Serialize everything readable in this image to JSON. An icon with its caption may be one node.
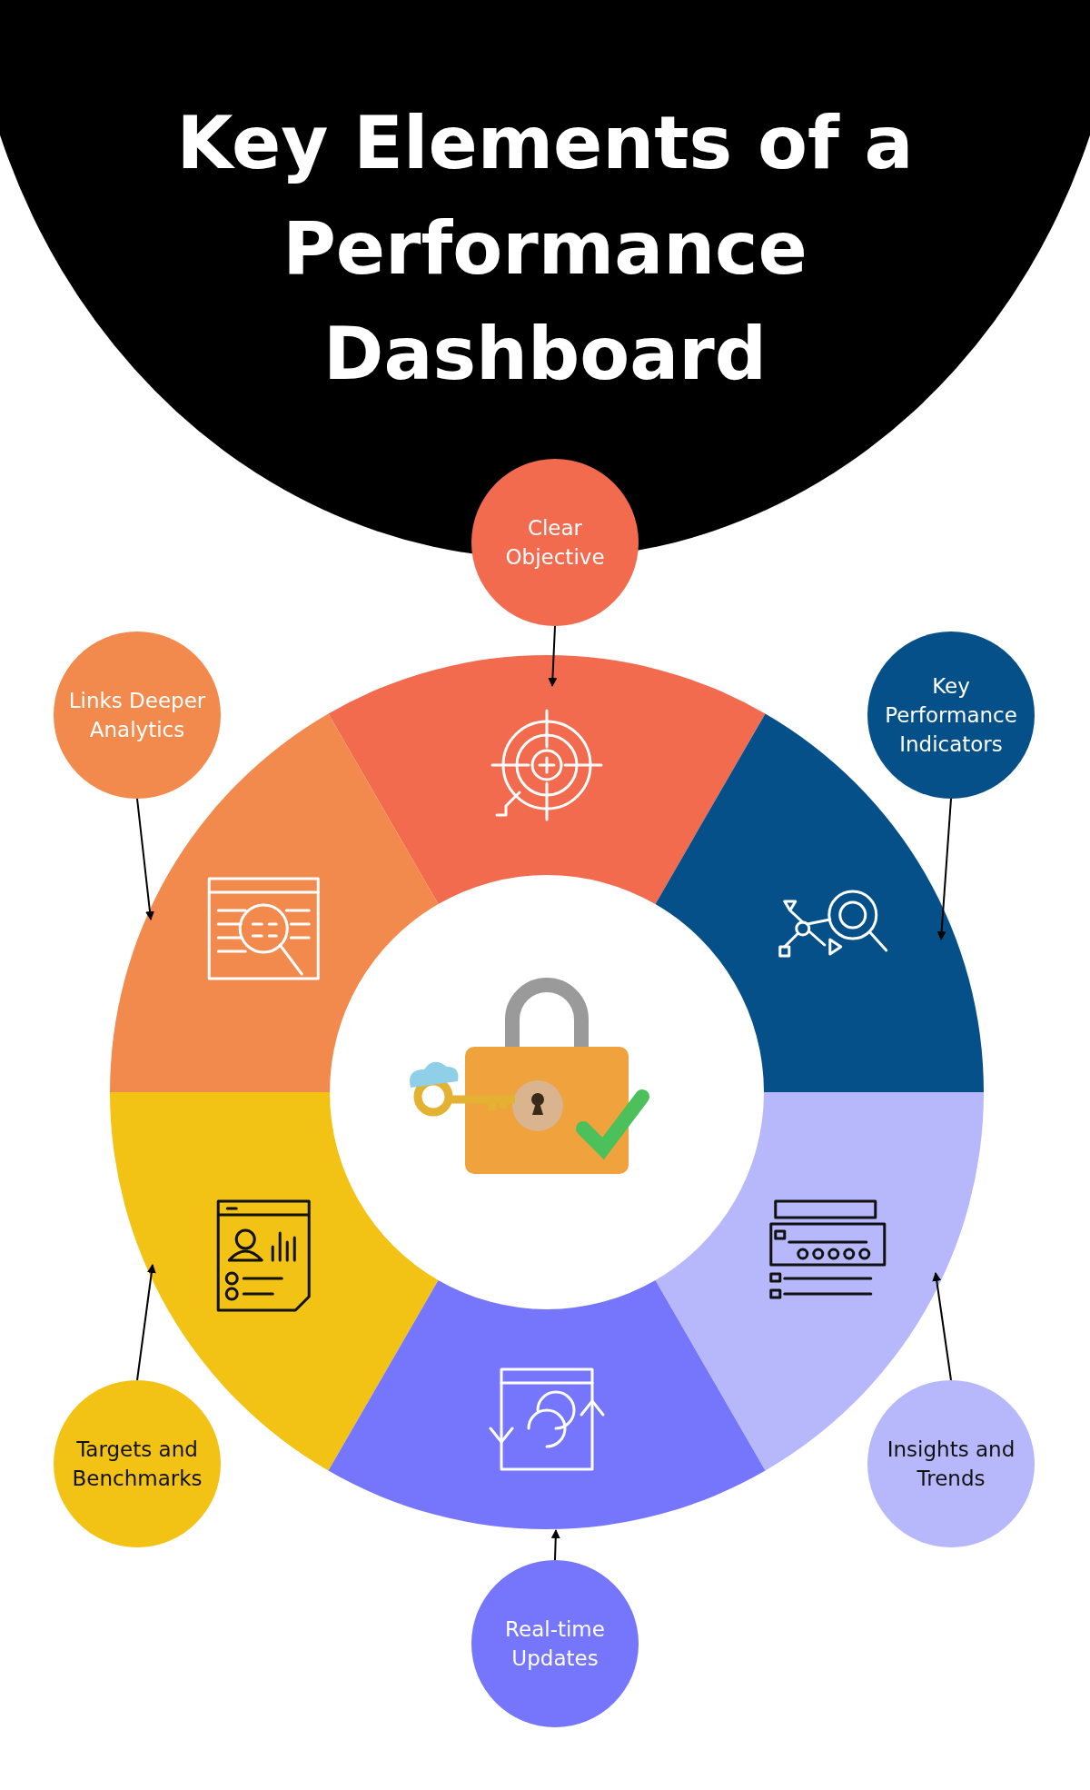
{
  "diagram": {
    "title": "Key Elements of a Performance Dashboard",
    "nodes": [
      {
        "text": [
          "Clear Objective"
        ]
      },
      {
        "text": [
          "Links Deeper Analytics"
        ]
      },
      {
        "text": [
          "Key Performance Indicators"
        ]
      },
      {
        "text": [
          "Targets and Benchmarks"
        ]
      },
      {
        "text": [
          "Insights and Trends"
        ]
      },
      {
        "text": [
          "Real-time Updates"
        ]
      },
      {
        "text": [],
        "shape": "segment"
      },
      {
        "text": [],
        "shape": "segment"
      },
      {
        "text": [],
        "shape": "segment"
      },
      {
        "text": [],
        "shape": "segment"
      },
      {
        "text": [],
        "shape": "segment"
      },
      {
        "text": [],
        "shape": "segment"
      }
    ],
    "edges": [
      {
        "from": 0,
        "to": 6,
        "arrow": "to"
      },
      {
        "from": 1,
        "to": 7,
        "arrow": "to"
      },
      {
        "from": 2,
        "to": 8,
        "arrow": "to"
      },
      {
        "from": 3,
        "to": 9,
        "arrow": "to"
      },
      {
        "from": 4,
        "to": 10,
        "arrow": "to"
      },
      {
        "from": 5,
        "to": 11,
        "arrow": "to"
      }
    ]
  }
}
